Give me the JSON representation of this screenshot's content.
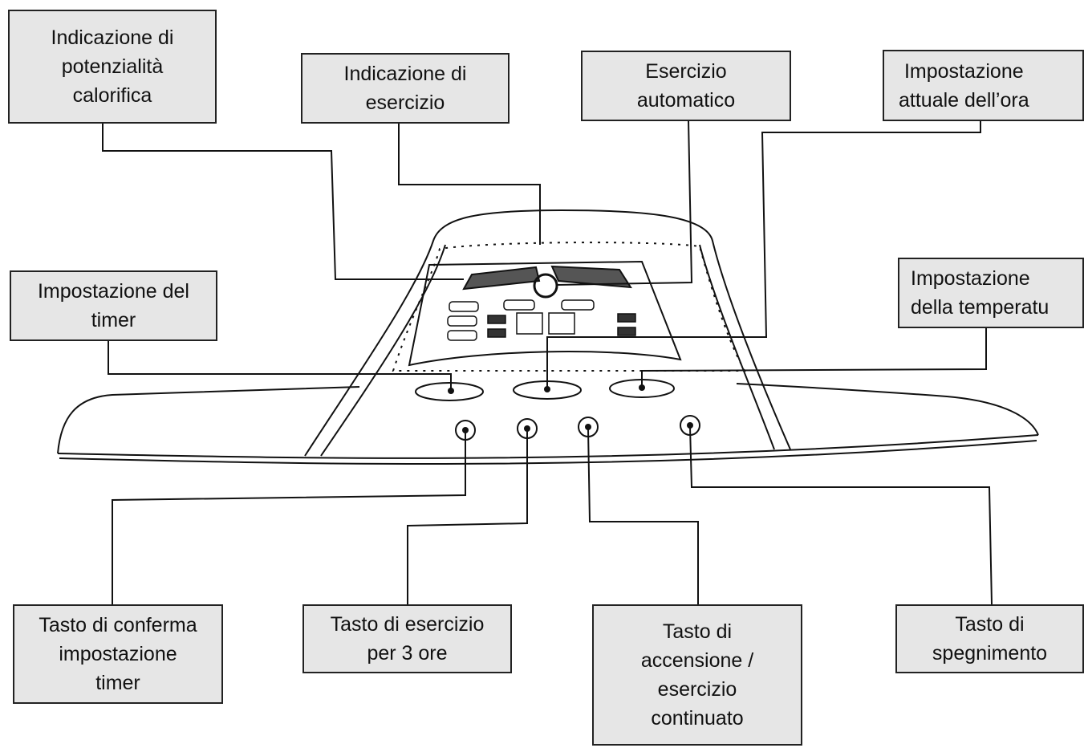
{
  "callouts": {
    "heat_output": "Indicazione di\npotenzialità\ncalorifica",
    "operation": "Indicazione di\nesercizio",
    "auto_mode": "Esercizio\nautomatico",
    "clock_setting": "Impostazione\nattuale dell’ora",
    "timer_setting": "Impostazione del\ntimer",
    "temperature_setting": "Impostazione\ndella temperatu",
    "timer_confirm_key": "Tasto di conferma\nimpostazione\ntimer",
    "three_hour_key": "Tasto di esercizio\nper 3 ore",
    "power_on_key": "Tasto di\naccensione /\nesercizio\ncontinuato",
    "power_off_key": "Tasto di\nspegnimento"
  },
  "colors": {
    "box_fill": "#e6e6e6",
    "line": "#111111"
  }
}
